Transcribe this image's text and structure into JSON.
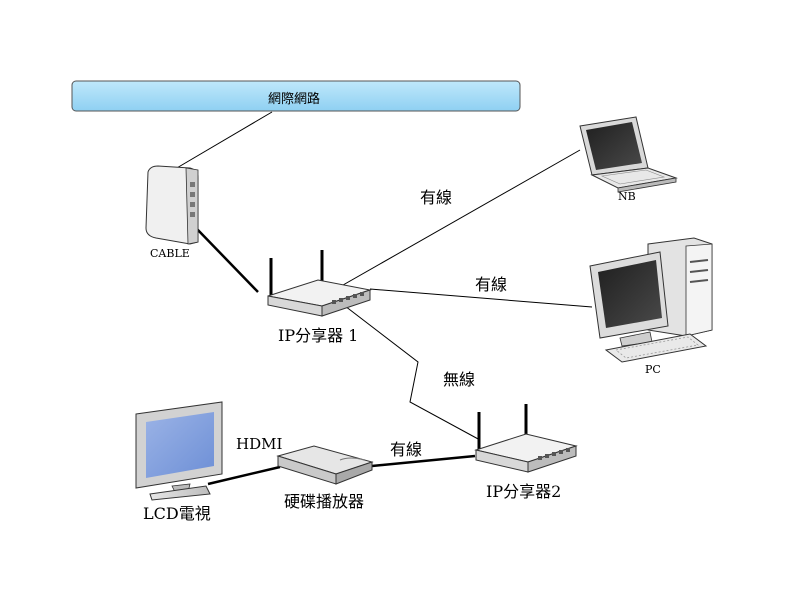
{
  "diagram": {
    "internet": "網際網路",
    "cable": "CABLE",
    "router1": "IP分享器 1",
    "router2": "IP分享器2",
    "notebook": "NB",
    "pc": "PC",
    "player": "硬碟播放器",
    "tv": "LCD電視",
    "link_nb": "有線",
    "link_pc": "有線",
    "link_wireless": "無線",
    "link_player": "有線",
    "link_hdmi": "HDMI"
  }
}
